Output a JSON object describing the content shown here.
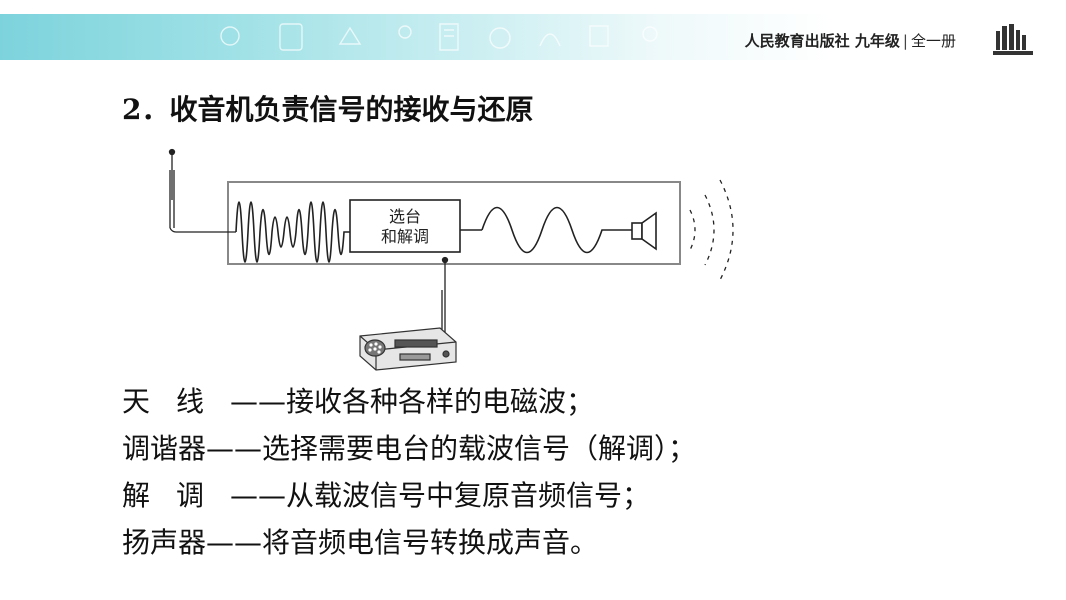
{
  "header": {
    "publisher": "人民教育出版社",
    "grade": "九年级",
    "separator": "|",
    "volume": "全一册",
    "logo_icon": "books-logo-icon",
    "band_colors": [
      "#7dd3dc",
      "#ffffff"
    ]
  },
  "section": {
    "number": "2．",
    "title": "收音机负责信号的接收与还原"
  },
  "diagram": {
    "box_label_line1": "选台",
    "box_label_line2": "和解调"
  },
  "descriptions": [
    {
      "term": "天线",
      "dash": "——",
      "text": "接收各种各样的电磁波；"
    },
    {
      "term": "调谐器",
      "dash": "——",
      "text": "选择需要电台的载波信号（解调）；"
    },
    {
      "term": "解调",
      "dash": "——",
      "text": "从载波信号中复原音频信号；"
    },
    {
      "term": "扬声器",
      "dash": "——",
      "text": "将音频电信号转换成声音。"
    }
  ]
}
